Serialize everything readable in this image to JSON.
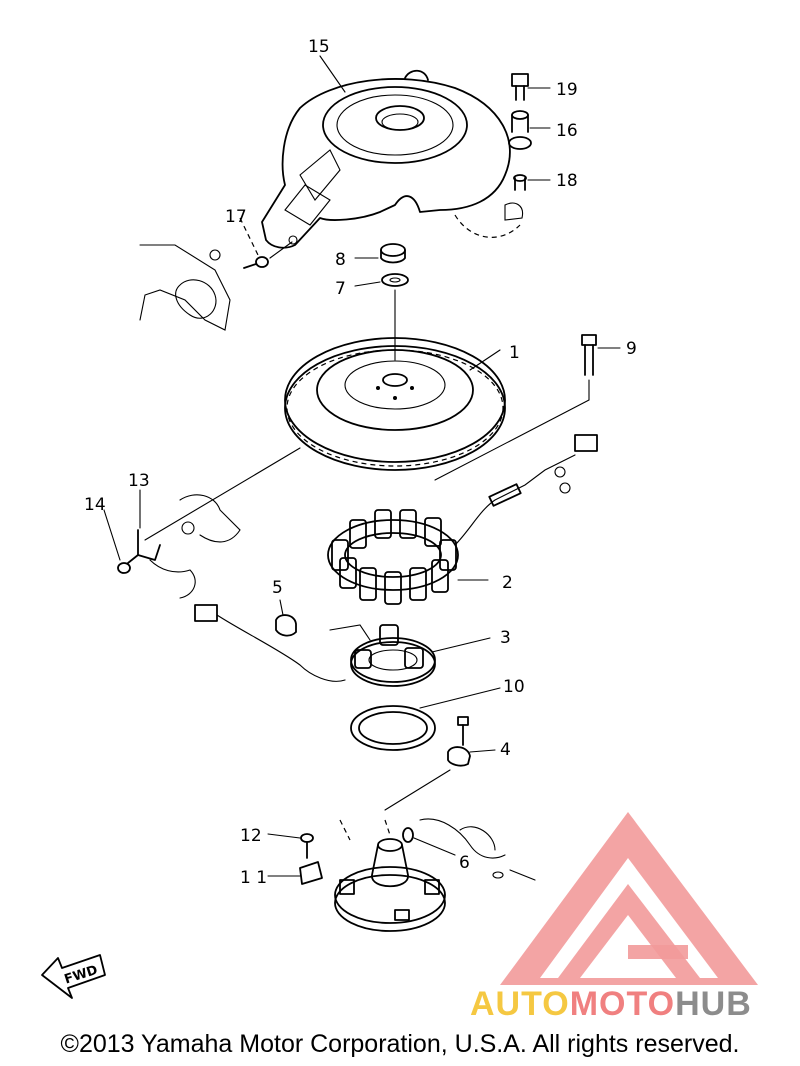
{
  "parts": [
    {
      "id": "callout-1",
      "number": "1"
    },
    {
      "id": "callout-2",
      "number": "2"
    },
    {
      "id": "callout-3",
      "number": "3"
    },
    {
      "id": "callout-4",
      "number": "4"
    },
    {
      "id": "callout-5",
      "number": "5"
    },
    {
      "id": "callout-6",
      "number": "6"
    },
    {
      "id": "callout-7",
      "number": "7"
    },
    {
      "id": "callout-8",
      "number": "8"
    },
    {
      "id": "callout-9",
      "number": "9"
    },
    {
      "id": "callout-10",
      "number": "10"
    },
    {
      "id": "callout-11",
      "number": "1 1"
    },
    {
      "id": "callout-12",
      "number": "12"
    },
    {
      "id": "callout-13",
      "number": "13"
    },
    {
      "id": "callout-14",
      "number": "14"
    },
    {
      "id": "callout-15",
      "number": "15"
    },
    {
      "id": "callout-16",
      "number": "16"
    },
    {
      "id": "callout-17",
      "number": "17"
    },
    {
      "id": "callout-18",
      "number": "18"
    },
    {
      "id": "callout-19",
      "number": "19"
    }
  ],
  "fwd_label": "FWD",
  "watermark": {
    "part1": "AUTO",
    "part2": "MOTO",
    "part3": "HUB",
    "color1": "#f5c842",
    "color2": "#f08080",
    "color3": "#8c8c8c"
  },
  "copyright": "©2013 Yamaha Motor Corporation, U.S.A. All rights reserved."
}
